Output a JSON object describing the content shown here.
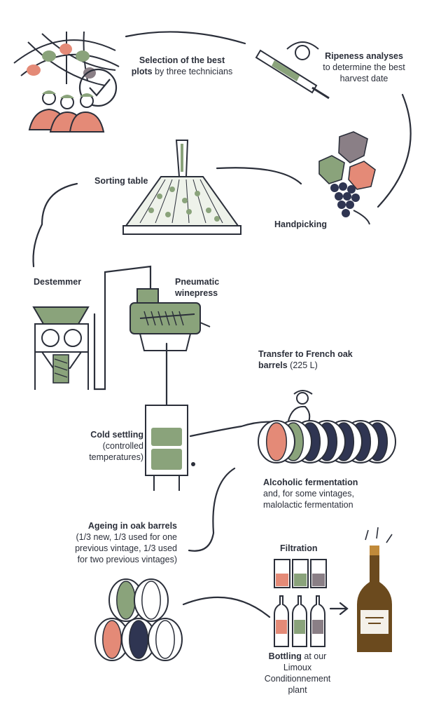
{
  "colors": {
    "ink": "#2b2f3a",
    "green": "#8aa37b",
    "salmon": "#e48a77",
    "mauve": "#8a7f86",
    "navy": "#2f3552",
    "bottle": "#6b4a1e",
    "cap": "#c08a3a"
  },
  "steps": {
    "selection": {
      "bold": "Selection of the best plots",
      "rest": " by three technicians"
    },
    "ripeness": {
      "bold": "Ripeness analyses",
      "rest": "to determine the best harvest date"
    },
    "handpicking": {
      "bold": "Handpicking"
    },
    "sorting": {
      "bold": "Sorting table"
    },
    "destemmer": {
      "bold": "Destemmer"
    },
    "winepress": {
      "bold": "Pneumatic winepress"
    },
    "transfer": {
      "bold": "Transfer to French oak barrels",
      "rest": " (225 L)"
    },
    "cold": {
      "bold": "Cold settling",
      "rest": "(controlled temperatures)"
    },
    "alcoholic": {
      "bold": "Alcoholic fermentation",
      "rest": "and, for some vintages, malolactic fermentation"
    },
    "ageing": {
      "bold": "Ageing in oak barrels",
      "rest": "(1/3 new, 1/3 used for one previous vintage, 1/3 used for two previous vintages)"
    },
    "filtration": {
      "bold": "Filtration"
    },
    "bottling": {
      "bold": "Bottling",
      "rest": " at our Limoux Conditionnement plant"
    }
  }
}
